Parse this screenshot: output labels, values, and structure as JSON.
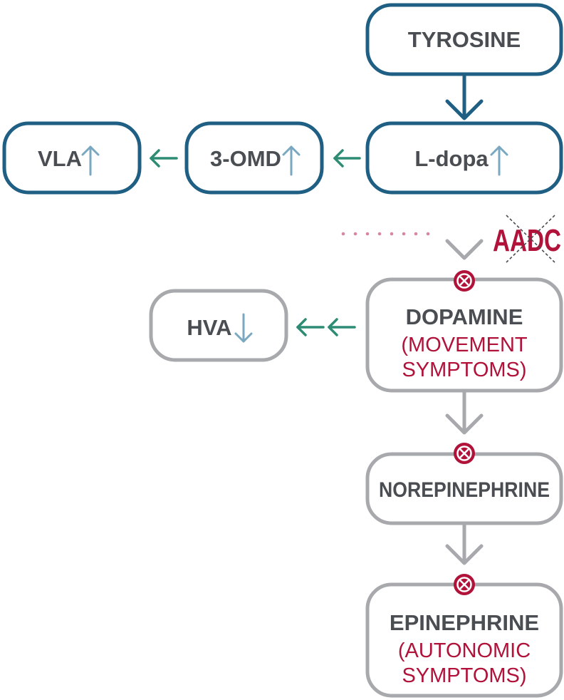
{
  "colors": {
    "blue": "#1f5f83",
    "gray": "#a7a9ac",
    "text": "#4a4d51",
    "red": "#b0123a",
    "green": "#2e8c74",
    "light_blue": "#7aa8c0"
  },
  "nodes": {
    "tyrosine": {
      "label": "TYROSINE"
    },
    "ldopa": {
      "label": "L-dopa",
      "trend": "up"
    },
    "omd": {
      "label": "3-OMD",
      "trend": "up"
    },
    "vla": {
      "label": "VLA",
      "trend": "up"
    },
    "dopamine": {
      "label": "DOPAMINE",
      "sub1": "(MOVEMENT",
      "sub2": "SYMPTOMS)"
    },
    "hva": {
      "label": "HVA",
      "trend": "down"
    },
    "norepinephrine": {
      "label": "NOREPINEPHRINE"
    },
    "epinephrine": {
      "label": "EPINEPHRINE",
      "sub1": "(AUTONOMIC",
      "sub2": "SYMPTOMS)"
    }
  },
  "enzyme": {
    "label": "AADC",
    "status": "deficient (crossed out)"
  },
  "icons": {
    "trend_up": "up-arrow-icon",
    "trend_down": "down-arrow-icon",
    "blocked": "blocked-x-icon"
  }
}
